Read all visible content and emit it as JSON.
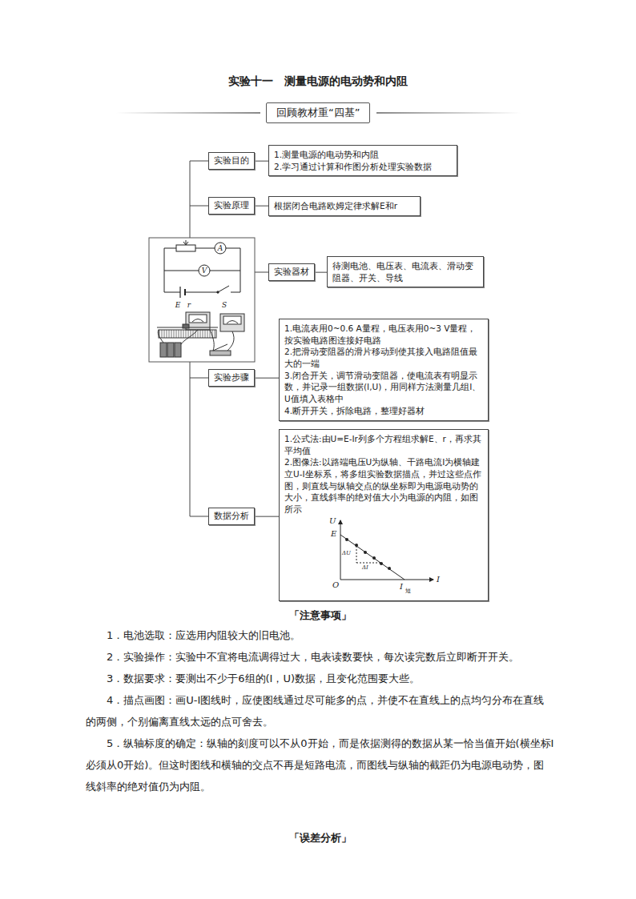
{
  "diagram": {
    "title": "实验十一　测量电源的电动势和内阻",
    "nodes": [
      {
        "text": [
          "回顾教材重“四基”"
        ]
      },
      {
        "text": [
          "实验目的"
        ]
      },
      {
        "text": [
          "1.测量电源的电动势和内阻",
          "2.学习通过计算和作图分析处理实验数据"
        ]
      },
      {
        "text": [
          "实验原理"
        ]
      },
      {
        "text": [
          "根据闭合电路欧姆定律求解E和r"
        ]
      },
      {
        "text": [
          "实验器材"
        ]
      },
      {
        "text": [
          "待测电池、电压表、电流表、滑动变阻器、开关、导线"
        ]
      },
      {
        "text": [
          "实验步骤"
        ]
      },
      {
        "text": [
          "1.电流表用0~0.6 A量程，电压表用0~3 V量程，按实验电路图连接好电路",
          "2.把滑动变阻器的滑片移动到使其接入电路阻值最大的一端",
          "3.闭合开关，调节滑动变阻器，使电流表有明显示数，并记录一组数据(I,U)，用同样方法测量几组I、U值填入表格中",
          "4.断开开关，拆除电路，整理好器材"
        ]
      },
      {
        "text": [
          "数据分析"
        ]
      },
      {
        "text": [
          "1.公式法:由U=E-Ir列多个方程组求解E、r，再求其平均值",
          "2.图像法:以路端电压U为纵轴、干路电流I为横轴建立U-I坐标系，将多组实验数据描点，并过这些点作图，则直线与纵轴交点的纵坐标即为电源电动势的大小，直线斜率的绝对值大小为电源的内阻，如图所示"
        ]
      }
    ],
    "edges": [
      {
        "from": 1,
        "to": 2,
        "arrow": "none"
      },
      {
        "from": 3,
        "to": 4,
        "arrow": "none"
      },
      {
        "from": 5,
        "to": 6,
        "arrow": "none"
      },
      {
        "from": 7,
        "to": 8,
        "arrow": "none"
      },
      {
        "from": 9,
        "to": 10,
        "arrow": "none"
      }
    ],
    "labels": [
      "「注意事项」",
      "1．电池选取：应选用内阻较大的旧电池。",
      "2．实验操作：实验中不宜将电流调得过大，电表读数要快，每次读完数后立即断开开关。",
      "3．数据要求：要测出不少于6组的(I，U)数据，且变化范围要大些。",
      "4．描点画图：画U-I图线时，应使图线通过尽可能多的点，并使不在直线上的点均匀分布在直线的两侧，个别偏离直线太远的点可舍去。",
      "5．纵轴标度的确定：纵轴的刻度可以不从0开始，而是依据测得的数据从某一恰当值开始(横坐标I必须从0开始)。但这时图线和横轴的交点不再是短路电流，而图线与纵轴的截距仍为电源电动势，图线斜率的绝对值仍为内阻。",
      "「误差分析」",
      "A",
      "V",
      "E",
      "r",
      "S",
      "U",
      "E",
      "ΔU",
      "ΔI",
      "O",
      "I",
      "短",
      "I"
    ]
  }
}
